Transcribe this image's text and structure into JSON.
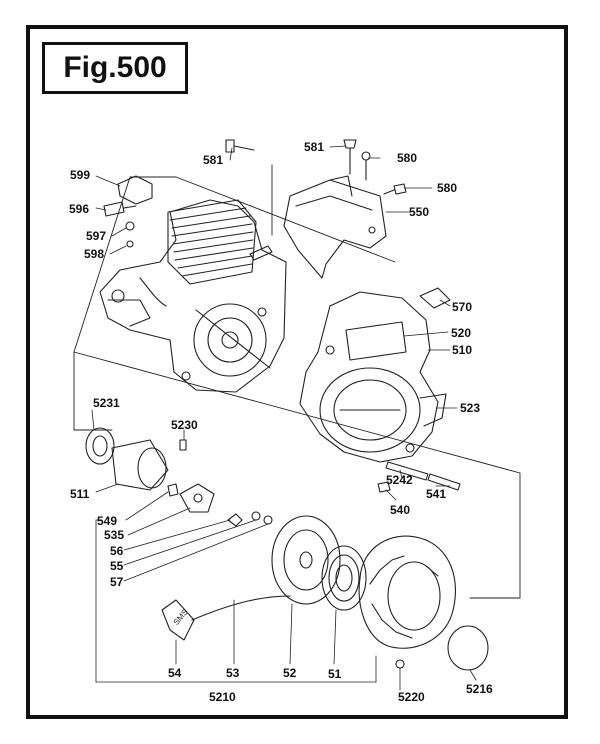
{
  "figure": {
    "title": "Fig.500"
  },
  "parts": {
    "p581a": "581",
    "p581b": "581",
    "p580a": "580",
    "p580b": "580",
    "p599": "599",
    "p550": "550",
    "p596": "596",
    "p597": "597",
    "p598": "598",
    "p570": "570",
    "p520": "520",
    "p510": "510",
    "p5231": "5231",
    "p523": "523",
    "p5230": "5230",
    "p511": "511",
    "p5242": "5242",
    "p541": "541",
    "p540": "540",
    "p549": "549",
    "p535": "535",
    "p56": "56",
    "p55": "55",
    "p57": "57",
    "p54": "54",
    "p53": "53",
    "p52": "52",
    "p51": "51",
    "p5210": "5210",
    "p5220": "5220",
    "p5216": "5216"
  },
  "handle_text": "SMS"
}
